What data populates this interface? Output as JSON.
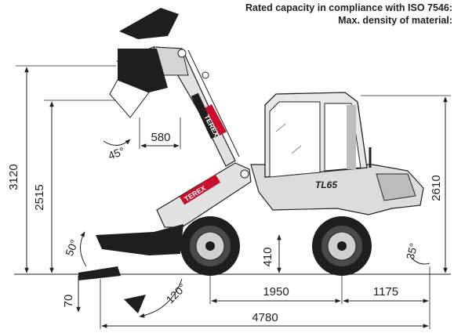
{
  "header": {
    "line1": "Rated capacity in compliance with ISO 7546:",
    "line2": "Max. density of material:"
  },
  "machine": {
    "brand": "TEREX",
    "model": "TL65"
  },
  "dimensions": {
    "max_height": "3120",
    "dump_height": "2515",
    "reach": "580",
    "cab_height": "2610",
    "ground_clearance": "410",
    "wheelbase": "1950",
    "rear_overhang": "1175",
    "overall_length": "4780",
    "dig_depth": "70"
  },
  "angles": {
    "dump_angle": "45°",
    "rollback_angle": "50°",
    "transport_angle": "120°",
    "departure_angle": "35°"
  },
  "colors": {
    "body": "#dcdcdc",
    "dark": "#1e1e1e",
    "accent": "#c8102e"
  }
}
